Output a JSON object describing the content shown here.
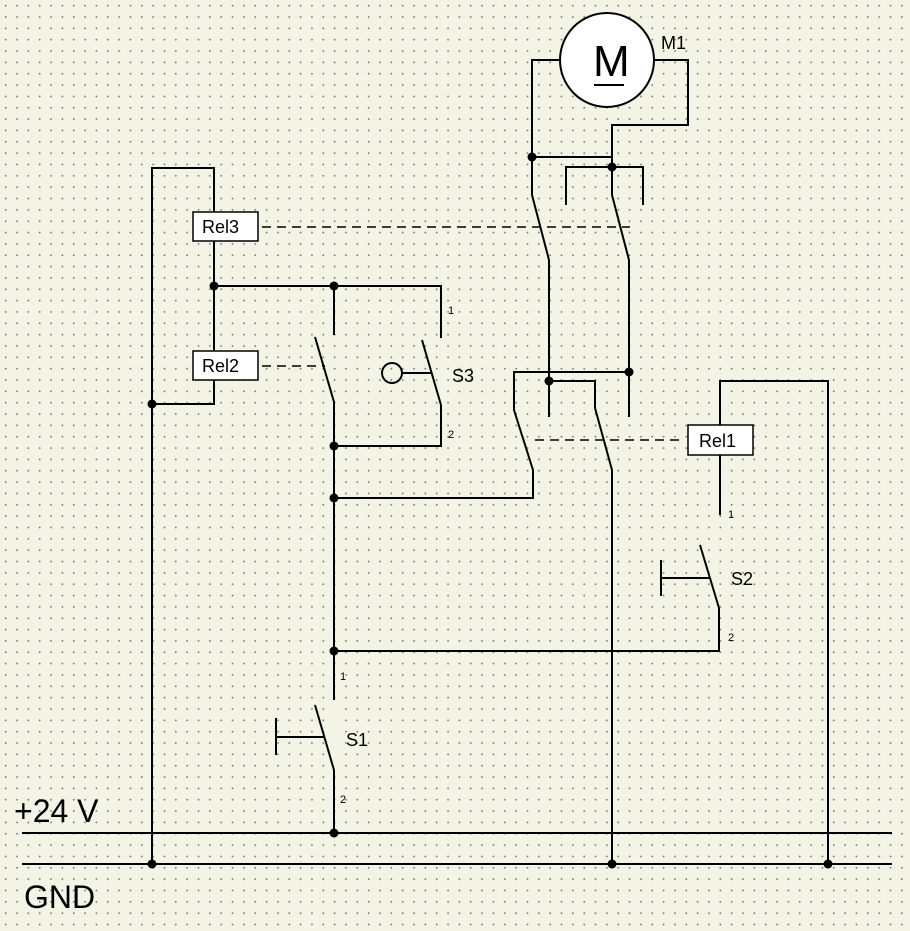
{
  "rails": {
    "supply_label": "+24 V",
    "ground_label": "GND"
  },
  "motor": {
    "symbol": "M",
    "label": "M1"
  },
  "relays": {
    "rel1": "Rel1",
    "rel2": "Rel2",
    "rel3": "Rel3"
  },
  "switches": {
    "s1": {
      "label": "S1",
      "pin_top": "1",
      "pin_bottom": "2"
    },
    "s2": {
      "label": "S2",
      "pin_top": "1",
      "pin_bottom": "2"
    },
    "s3": {
      "label": "S3",
      "pin_top": "1",
      "pin_bottom": "2"
    }
  }
}
